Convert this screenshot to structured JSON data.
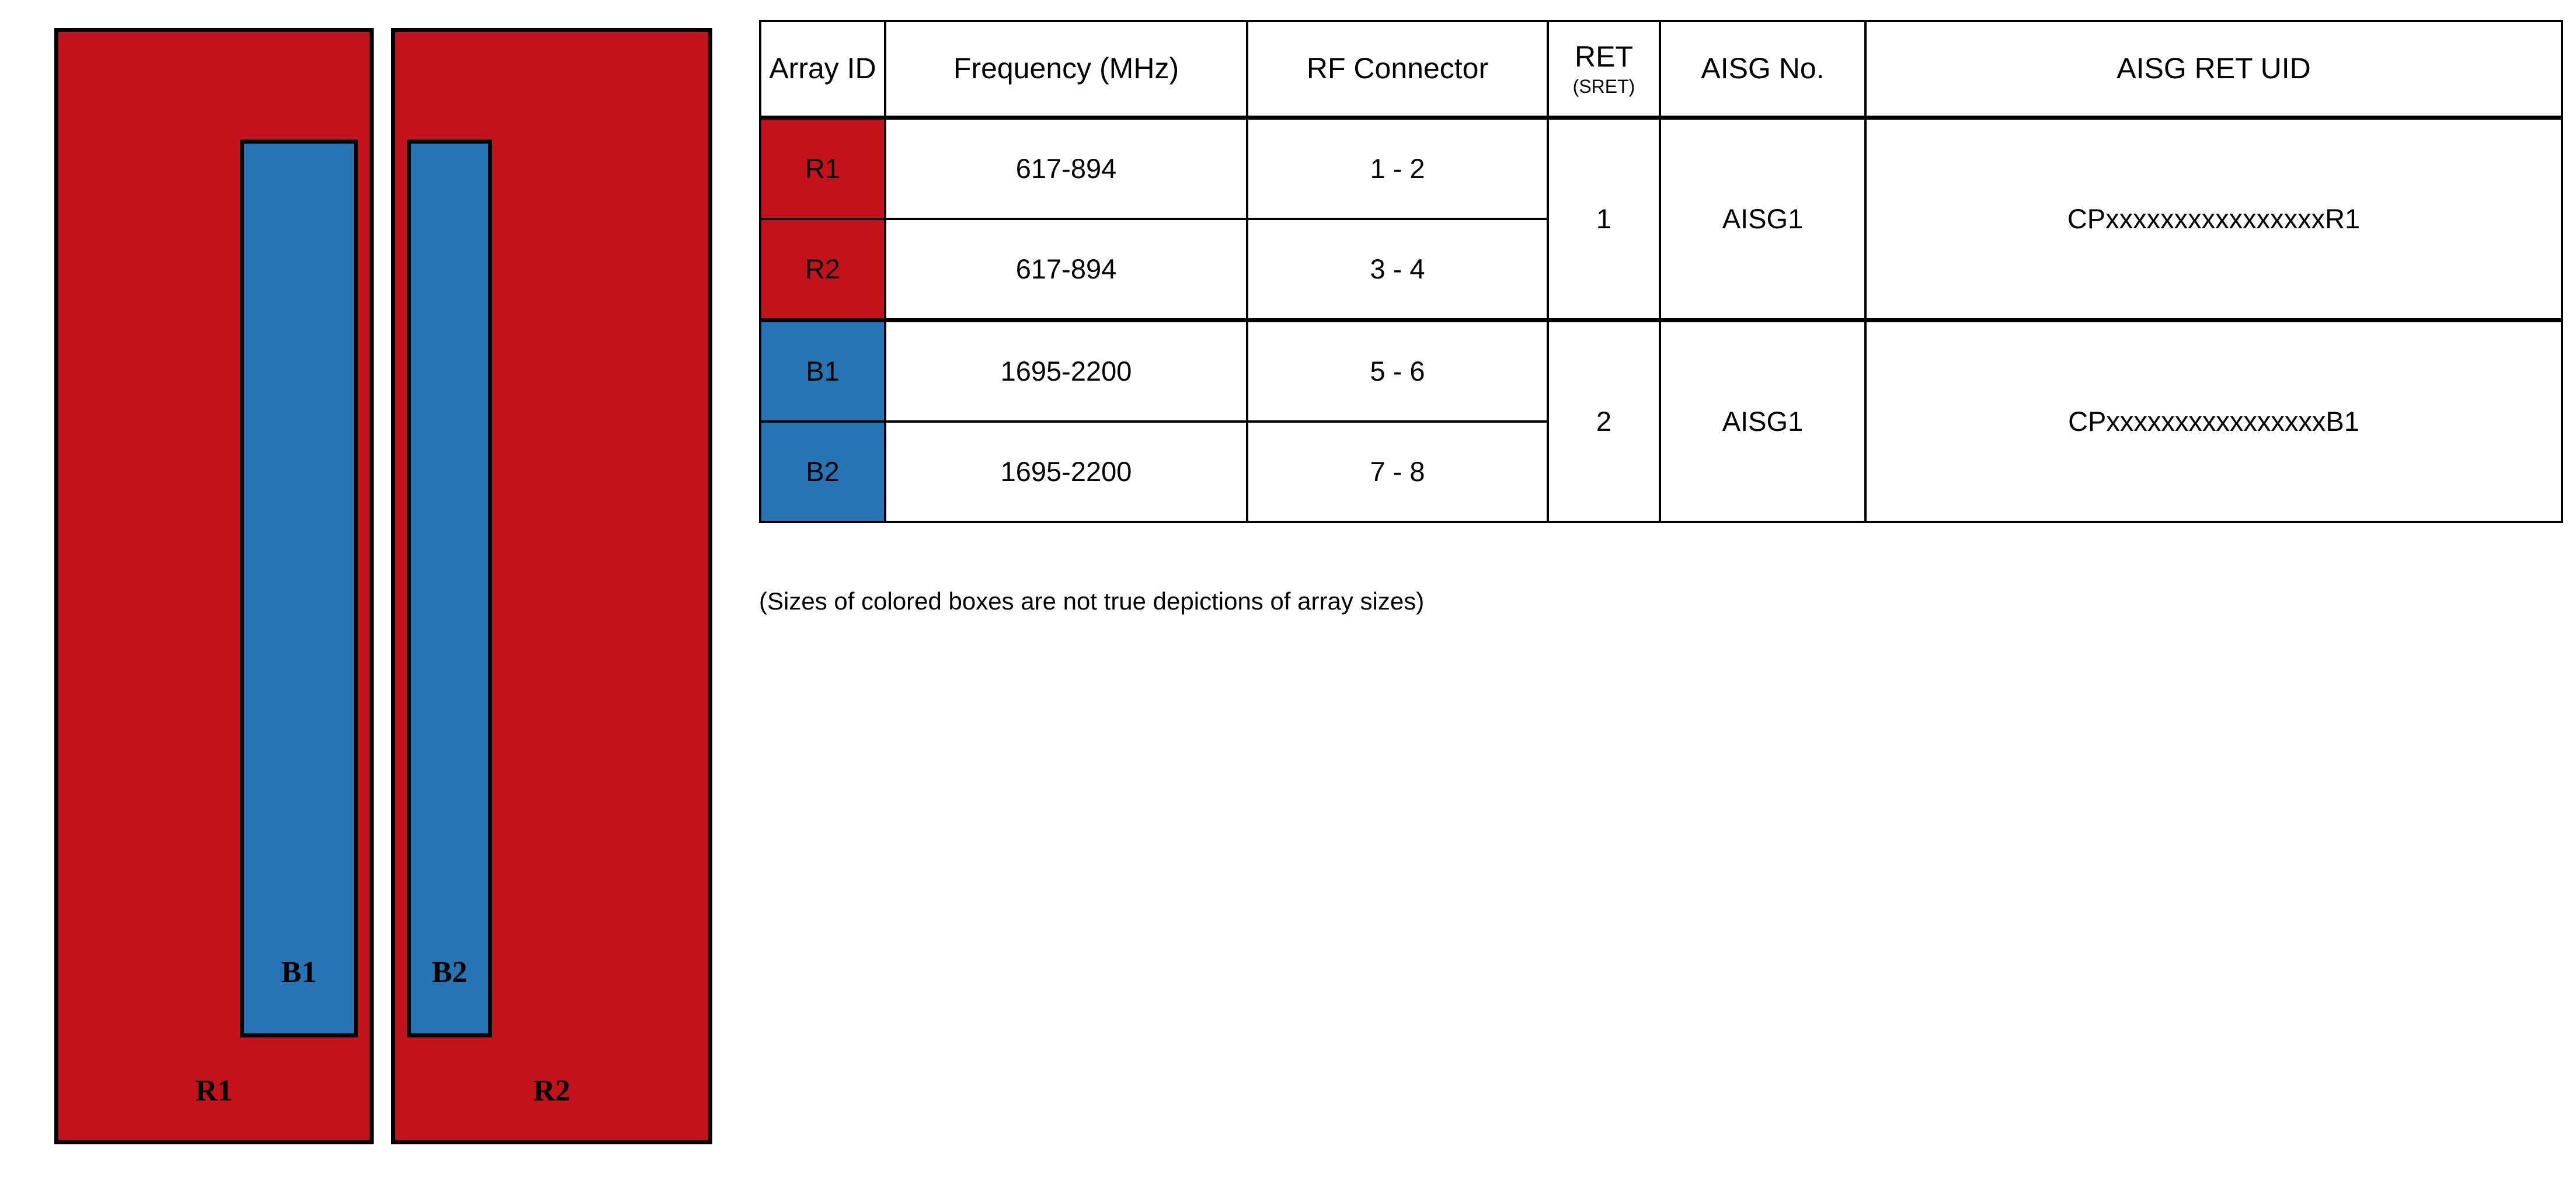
{
  "colors": {
    "array_red": "#C3121B",
    "array_blue": "#2674B4",
    "border_black": "#000000",
    "background_white": "#FFFFFF"
  },
  "diagram": {
    "panels": [
      {
        "id": "R1",
        "label": "R1",
        "color_role": "array_red",
        "sub_label": "B1",
        "sub_color_role": "array_blue",
        "sub_alignment": "right"
      },
      {
        "id": "R2",
        "label": "R2",
        "color_role": "array_red",
        "sub_label": "B2",
        "sub_color_role": "array_blue",
        "sub_alignment": "left"
      }
    ]
  },
  "table": {
    "headers": {
      "array_id": "Array ID",
      "frequency": "Frequency (MHz)",
      "rf_connector": "RF Connector",
      "ret_main": "RET",
      "ret_sub": "(SRET)",
      "aisg_no": "AISG No.",
      "aisg_ret_uid": "AISG RET UID"
    },
    "rows": [
      {
        "array_id": "R1",
        "array_color_role": "array_red",
        "frequency": "617-894",
        "rf_connector": "1 - 2",
        "ret": "1",
        "aisg_no": "AISG1",
        "aisg_ret_uid": "CPxxxxxxxxxxxxxxxxR1"
      },
      {
        "array_id": "R2",
        "array_color_role": "array_red",
        "frequency": "617-894",
        "rf_connector": "3 - 4"
      },
      {
        "array_id": "B1",
        "array_color_role": "array_blue",
        "frequency": "1695-2200",
        "rf_connector": "5 - 6",
        "ret": "2",
        "aisg_no": "AISG1",
        "aisg_ret_uid": "CPxxxxxxxxxxxxxxxxB1"
      },
      {
        "array_id": "B2",
        "array_color_role": "array_blue",
        "frequency": "1695-2200",
        "rf_connector": "7 - 8"
      }
    ]
  },
  "caption": "(Sizes of colored boxes are not true depictions of array sizes)"
}
